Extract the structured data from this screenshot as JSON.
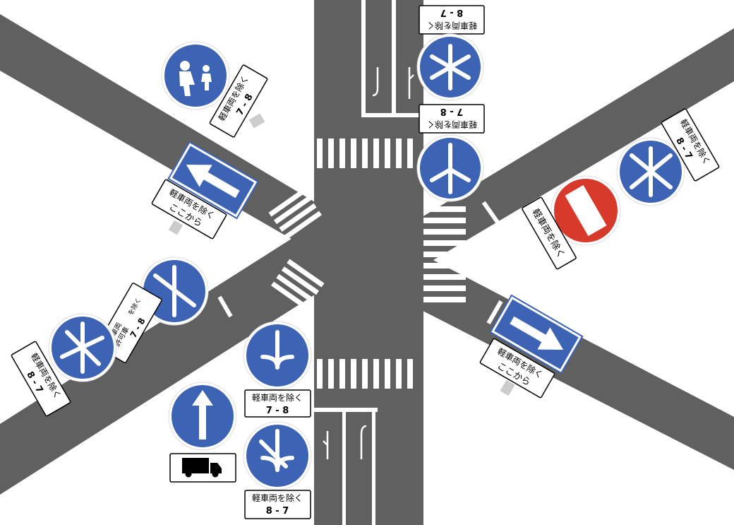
{
  "plates": {
    "north_upper": {
      "line1": "軽車両を除く",
      "line2": "8 - 7"
    },
    "north_lower": {
      "line1": "軽車両を除く",
      "line2": "7 - 8"
    },
    "east_top": {
      "line1": "軽車両を除く",
      "line2": "8 - 7"
    },
    "east_noentry": {
      "line1": "軽車両を除く"
    },
    "east_oneway": {
      "line1": "軽車両を除く",
      "line2": "ここから"
    },
    "west_pedestrian": {
      "line1": "軽車両を除く",
      "line2": "7 - 8"
    },
    "west_oneway": {
      "line1": "軽車両を除く",
      "line2": "ここから"
    },
    "west_middle": {
      "line1": "軽車両",
      "line2": "許可車",
      "line3": "を除く",
      "line4": "7 - 8"
    },
    "west_lower": {
      "line1": "軽車両を除く",
      "line2": "8 - 7"
    },
    "south_upper": {
      "line1": "軽車両を除く",
      "line2": "7 - 8"
    },
    "south_lower": {
      "line1": "軽車両を除く",
      "line2": "8 - 7"
    }
  },
  "icons": [
    "pedestrian-only-icon",
    "one-way-arrow-icon",
    "no-entry-icon",
    "truck-icon",
    "direction-arrow-icon"
  ],
  "colors": {
    "road": "#606060",
    "sign_blue": "#3d63b4",
    "sign_red": "#d73a2a",
    "marking": "#ffffff"
  }
}
